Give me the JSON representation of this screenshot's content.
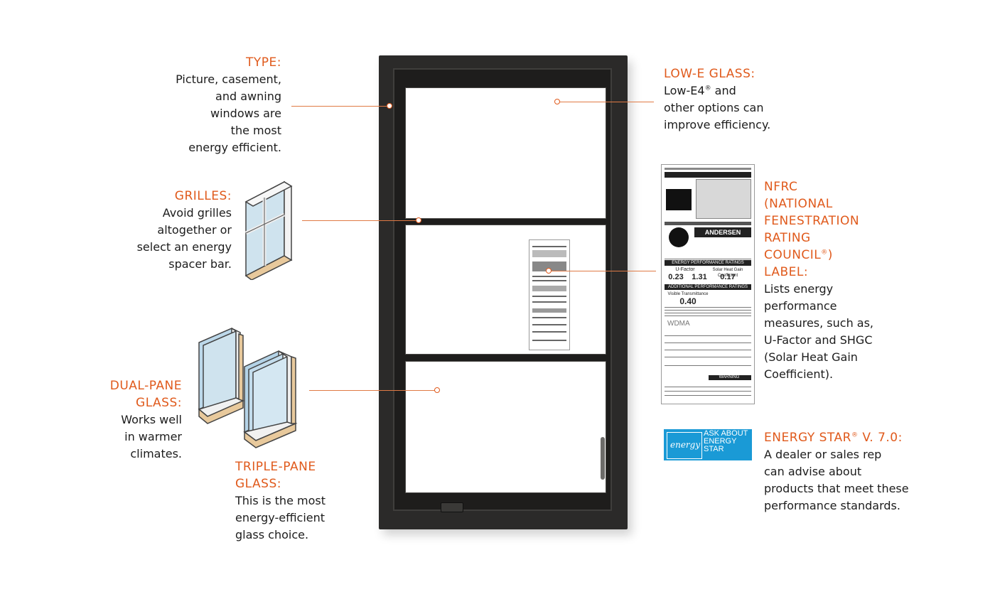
{
  "callouts": {
    "type": {
      "heading": "TYPE:",
      "body": "Picture, casement,\nand awning\nwindows are\nthe most\nenergy efficient."
    },
    "grilles": {
      "heading": "GRILLES:",
      "body": "Avoid grilles\naltogether or\nselect an energy\nspacer bar."
    },
    "dual_pane": {
      "heading": "DUAL-PANE\nGLASS:",
      "body": "Works well\nin warmer\nclimates."
    },
    "triple_pane": {
      "heading": "TRIPLE-PANE\nGLASS:",
      "body": "This is the most\nenergy-efficient\nglass choice."
    },
    "low_e": {
      "heading": "LOW-E GLASS:",
      "body_pre": "Low-E4",
      "body_mark": "®",
      "body_post": " and\nother options can\nimprove efficiency."
    },
    "nfrc": {
      "heading_pre": "NFRC\n(NATIONAL\nFENESTRATION\nRATING\nCOUNCIL",
      "heading_mark": "®",
      "heading_post": ")\nLABEL:",
      "body": "Lists energy\nperformance\nmeasures, such as,\nU-Factor and SHGC\n(Solar Heat Gain\nCoefficient)."
    },
    "energy_star": {
      "heading_pre": "ENERGY STAR",
      "heading_mark": "®",
      "heading_post": " V. 7.0:",
      "body": "A dealer or sales rep\ncan advise about\nproducts that meet these\nperformance standards."
    }
  },
  "nfrc_label": {
    "brand": "ANDERSEN",
    "section1": "ENERGY PERFORMANCE RATINGS",
    "u_factor_label": "U-Factor",
    "u_factor_value": "0.23",
    "u_factor_alt": "1.31",
    "shgc_label": "Solar Heat Gain Coefficient",
    "shgc_value": "0.17",
    "section2": "ADDITIONAL PERFORMANCE RATINGS",
    "vt_label": "Visible Transmittance",
    "vt_value": "0.40",
    "wdma": "WDMA",
    "warning": "WARNING"
  },
  "energy_star_badge": {
    "logo_text": "energy",
    "text": "ASK ABOUT\nENERGY\nSTAR"
  },
  "colors": {
    "accent": "#e05a1c",
    "frame": "#2b2a29",
    "energy_star_blue": "#1a9ad6"
  }
}
